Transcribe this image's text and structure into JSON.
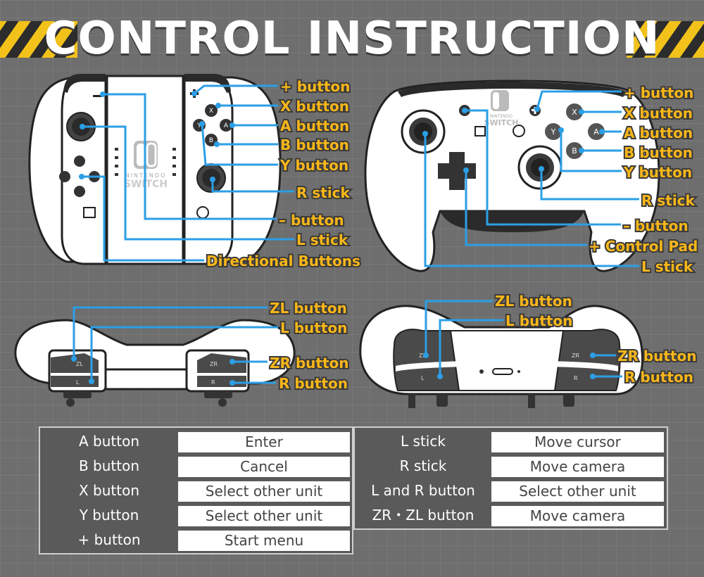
{
  "title": "CONTROL INSTRUCTION",
  "joycon_labels": {
    "plus": "+ button",
    "x": "X button",
    "a": "A button",
    "b": "B button",
    "y": "Y button",
    "rstick": "R stick",
    "minus": "– button",
    "lstick": "L stick",
    "dpad": "Directional Buttons",
    "zl": "ZL button",
    "l": "L button",
    "zr": "ZR button",
    "r": "R button"
  },
  "pro_labels": {
    "plus": "+ button",
    "x": "X button",
    "a": "A button",
    "b": "B button",
    "y": "Y button",
    "rstick": "R stick",
    "minus": "– button",
    "dpad": "+ Control Pad",
    "lstick": "L stick",
    "zl": "ZL button",
    "l": "L button",
    "zr": "ZR button",
    "r": "R button"
  },
  "logo": {
    "brand_top": "NINTENDO",
    "brand_bottom": "SWITCH"
  },
  "button_glyphs": {
    "x": "X",
    "y": "Y",
    "a": "A",
    "b": "B",
    "zl": "ZL",
    "l": "L",
    "zr": "ZR",
    "r": "R"
  },
  "colors": {
    "accent": "#f7b61a",
    "line": "#2b9fe6",
    "hazard_yellow": "#f2c21a"
  },
  "table_left": [
    {
      "key": "A button",
      "value": "Enter"
    },
    {
      "key": "B button",
      "value": "Cancel"
    },
    {
      "key": "X button",
      "value": "Select other unit"
    },
    {
      "key": "Y button",
      "value": "Select other unit"
    },
    {
      "key": "+ button",
      "value": "Start menu"
    }
  ],
  "table_right": [
    {
      "key": "L stick",
      "value": "Move cursor"
    },
    {
      "key": "R stick",
      "value": "Move camera"
    },
    {
      "key": "L and R button",
      "value": "Select other unit"
    },
    {
      "key": "ZR・ZL button",
      "value": "Move camera"
    }
  ]
}
